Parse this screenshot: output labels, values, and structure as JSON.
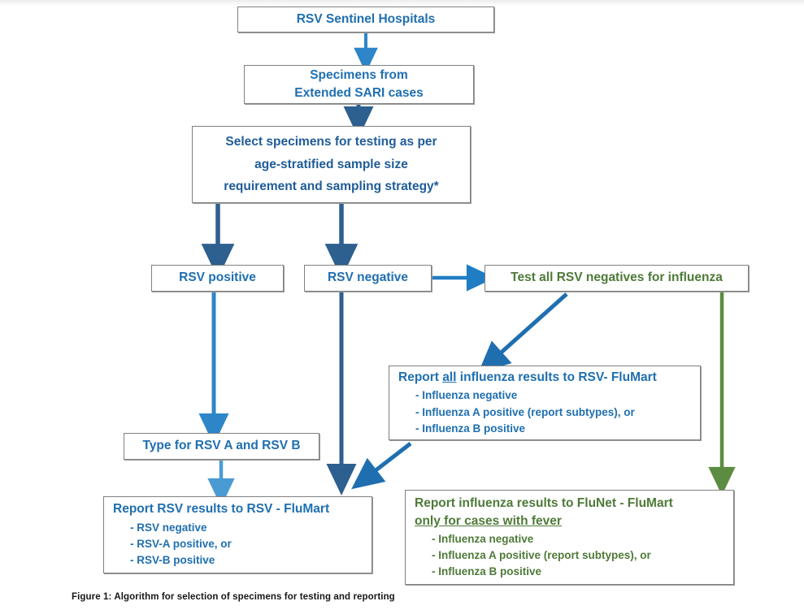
{
  "figure": {
    "caption": "Figure 1: Algorithm for selection of specimens for testing and reporting",
    "colors": {
      "blue_text": "#1F6FB0",
      "blue_dark_text": "#1F5C99",
      "green_text": "#4E7A38",
      "arrow_blue_light": "#2E86C8",
      "arrow_blue_dark": "#2D5F8F",
      "arrow_green": "#5B8C41",
      "box_border": "#808080",
      "background": "#FFFFFF"
    }
  },
  "nodes": {
    "sentinel": {
      "title": "RSV Sentinel Hospitals"
    },
    "specimens": {
      "line1": "Specimens from",
      "line2": "Extended SARI cases"
    },
    "select": {
      "line1": "Select specimens for testing as per",
      "line2": "age-stratified sample size",
      "line3": "requirement and sampling strategy*"
    },
    "rsv_positive": {
      "title": "RSV positive"
    },
    "rsv_negative": {
      "title": "RSV negative"
    },
    "test_influenza": {
      "title": "Test all RSV negatives for influenza"
    },
    "report_all_influenza": {
      "title_pre": "Report ",
      "title_underlined": "all",
      "title_post": " influenza results to RSV- FluMart",
      "items": [
        "- Influenza negative",
        "- Influenza A positive (report subtypes), or",
        "- Influenza B positive"
      ]
    },
    "type_rsv": {
      "title": "Type for RSV A and RSV B"
    },
    "report_rsv": {
      "title": "Report RSV results to RSV - FluMart",
      "items": [
        "- RSV negative",
        "- RSV-A positive, or",
        "- RSV-B positive"
      ]
    },
    "report_influenza": {
      "title_line1": "Report influenza results to FluNet - FluMart",
      "title_line2_underlined": "only for cases with fever",
      "items": [
        "- Influenza negative",
        "- Influenza A positive (report subtypes), or",
        "- Influenza B positive"
      ]
    }
  },
  "edges": [
    {
      "name": "sentinel-to-specimens",
      "from": "sentinel",
      "to": "specimens",
      "color": "#2E86C8",
      "style": "vertical"
    },
    {
      "name": "specimens-to-select",
      "from": "specimens",
      "to": "select",
      "color": "#2D5F8F",
      "style": "vertical"
    },
    {
      "name": "select-to-rsv-positive",
      "from": "select",
      "to": "rsv_positive",
      "color": "#2D5F8F",
      "style": "vertical"
    },
    {
      "name": "select-to-rsv-negative",
      "from": "select",
      "to": "rsv_negative",
      "color": "#2D5F8F",
      "style": "vertical"
    },
    {
      "name": "rsv-negative-to-test-influenza",
      "from": "rsv_negative",
      "to": "test_influenza",
      "color": "#1F7DC4",
      "style": "horizontal"
    },
    {
      "name": "rsv-positive-to-type-rsv",
      "from": "rsv_positive",
      "to": "type_rsv",
      "color": "#2E86C8",
      "style": "vertical"
    },
    {
      "name": "type-rsv-to-report-rsv",
      "from": "type_rsv",
      "to": "report_rsv",
      "color": "#4A9BD4",
      "style": "vertical"
    },
    {
      "name": "rsv-negative-to-report-rsv",
      "from": "rsv_negative",
      "to": "report_rsv",
      "color": "#2D5F8F",
      "style": "vertical"
    },
    {
      "name": "test-influenza-to-report-all",
      "from": "test_influenza",
      "to": "report_all_influenza",
      "color": "#1F6FB0",
      "style": "diagonal"
    },
    {
      "name": "report-all-to-report-rsv",
      "from": "report_all_influenza",
      "to": "report_rsv",
      "color": "#1F6FB0",
      "style": "diagonal"
    },
    {
      "name": "test-influenza-to-report-influenza",
      "from": "test_influenza",
      "to": "report_influenza",
      "color": "#5B8C41",
      "style": "vertical"
    }
  ]
}
